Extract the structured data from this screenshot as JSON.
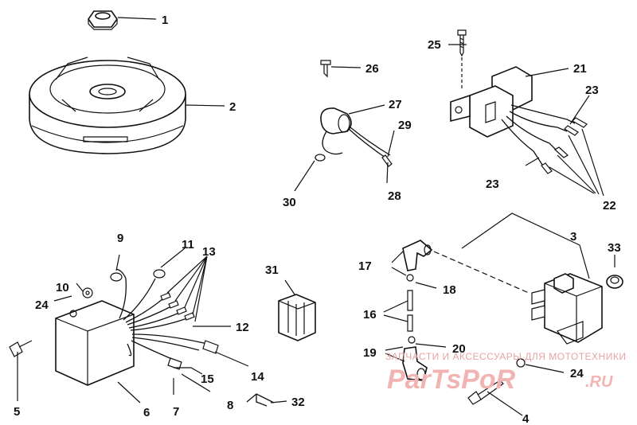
{
  "callouts": [
    "1",
    "2",
    "3",
    "4",
    "5",
    "6",
    "7",
    "8",
    "9",
    "10",
    "11",
    "12",
    "13",
    "14",
    "15",
    "16",
    "17",
    "18",
    "19",
    "20",
    "21",
    "22",
    "23",
    "23",
    "24",
    "24",
    "25",
    "26",
    "27",
    "28",
    "29",
    "30",
    "31",
    "32",
    "33"
  ],
  "watermark": {
    "tagline": "ЗАПЧАСТИ И АКСЕССУАРЫ ДЛЯ МОТОТЕХНИКИ",
    "brand": "ParTsPoR",
    "domain": ".RU"
  }
}
